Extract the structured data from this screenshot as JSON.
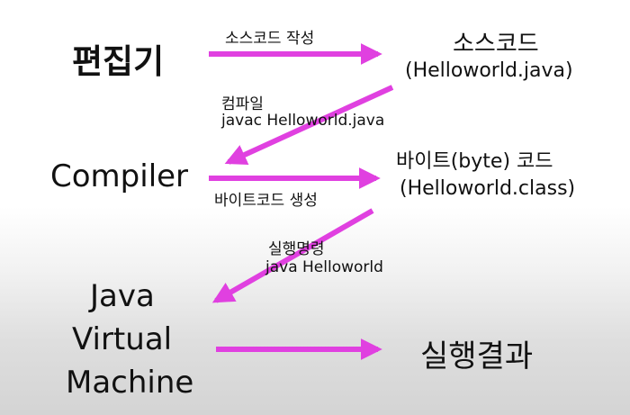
{
  "nodes": {
    "editor": "편집기",
    "source_code": {
      "title": "소스코드",
      "file": "(Helloworld.java)"
    },
    "compiler": "Compiler",
    "bytecode": {
      "title": "바이트(byte) 코드",
      "file": "(Helloworld.class)"
    },
    "jvm": {
      "line1": "Java",
      "line2": "Virtual",
      "line3": "Machine"
    },
    "result": "실행결과"
  },
  "edges": {
    "write_source": "소스코드 작성",
    "compile": {
      "title": "컴파일",
      "command": "javac Helloworld.java"
    },
    "generate_bytecode": "바이트코드 생성",
    "run": {
      "title": "실행명령",
      "command": "java Helloworld"
    }
  },
  "colors": {
    "arrow": "#e040e0",
    "text": "#111111"
  }
}
